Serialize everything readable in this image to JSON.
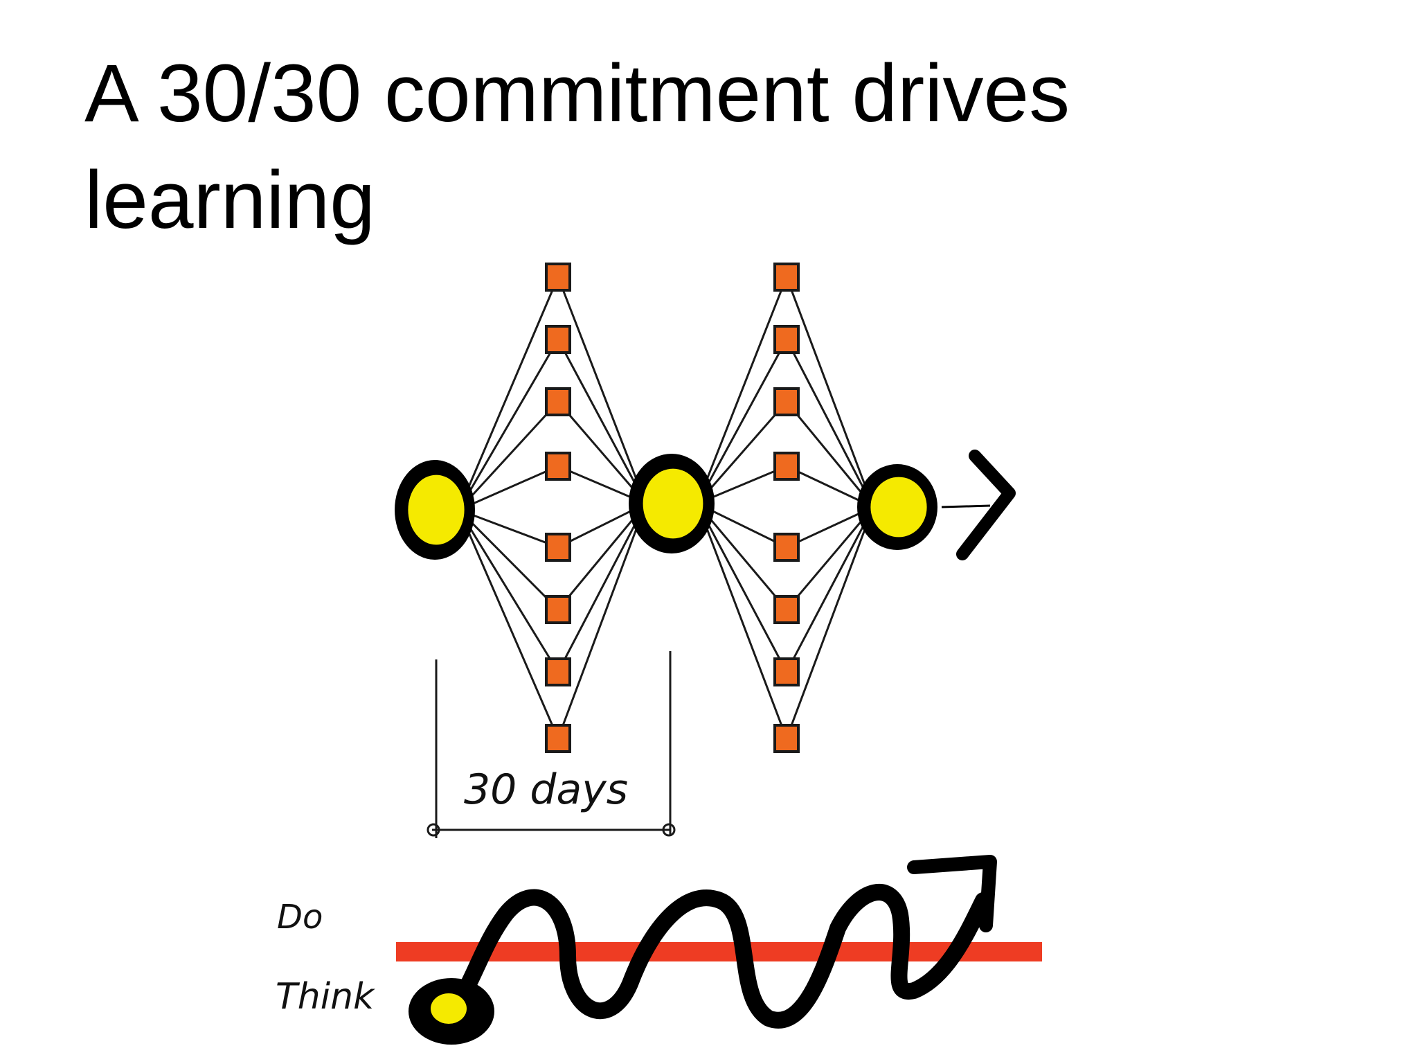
{
  "slide": {
    "title": "A 30/30 commitment drives learning"
  },
  "diagram": {
    "duration_label": "30 days",
    "do_label": "Do",
    "think_label": "Think",
    "colors": {
      "checkpoint_fill": "#f5ea00",
      "checkpoint_ring": "#000000",
      "step_fill": "#ef6a1f",
      "threshold_line": "#ee3c23",
      "path_stroke": "#000000"
    },
    "checkpoints_count": 3,
    "steps_per_cycle": 8,
    "cycles": 2
  }
}
